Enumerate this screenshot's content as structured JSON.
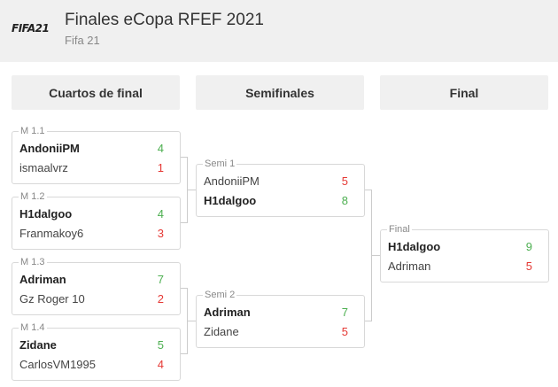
{
  "header": {
    "logo": "FIFA21",
    "title": "Finales eCopa RFEF 2021",
    "subtitle": "Fifa 21"
  },
  "rounds": [
    "Cuartos de final",
    "Semifinales",
    "Final"
  ],
  "quarters": [
    {
      "label": "M 1.1",
      "p1": "AndoniiPM",
      "s1": "4",
      "p2": "ismaalvrz",
      "s2": "1"
    },
    {
      "label": "M 1.2",
      "p1": "H1dalgoo",
      "s1": "4",
      "p2": "Franmakoy6",
      "s2": "3"
    },
    {
      "label": "M 1.3",
      "p1": "Adriman",
      "s1": "7",
      "p2": "Gz Roger 10",
      "s2": "2"
    },
    {
      "label": "M 1.4",
      "p1": "Zidane",
      "s1": "5",
      "p2": "CarlosVM1995",
      "s2": "4"
    }
  ],
  "semis": [
    {
      "label": "Semi 1",
      "p1": "AndoniiPM",
      "s1": "5",
      "p2": "H1dalgoo",
      "s2": "8"
    },
    {
      "label": "Semi 2",
      "p1": "Adriman",
      "s1": "7",
      "p2": "Zidane",
      "s2": "5"
    }
  ],
  "final": {
    "label": "Final",
    "p1": "H1dalgoo",
    "s1": "9",
    "p2": "Adriman",
    "s2": "5"
  },
  "colors": {
    "win": "#4caf50",
    "lose": "#e53935"
  }
}
